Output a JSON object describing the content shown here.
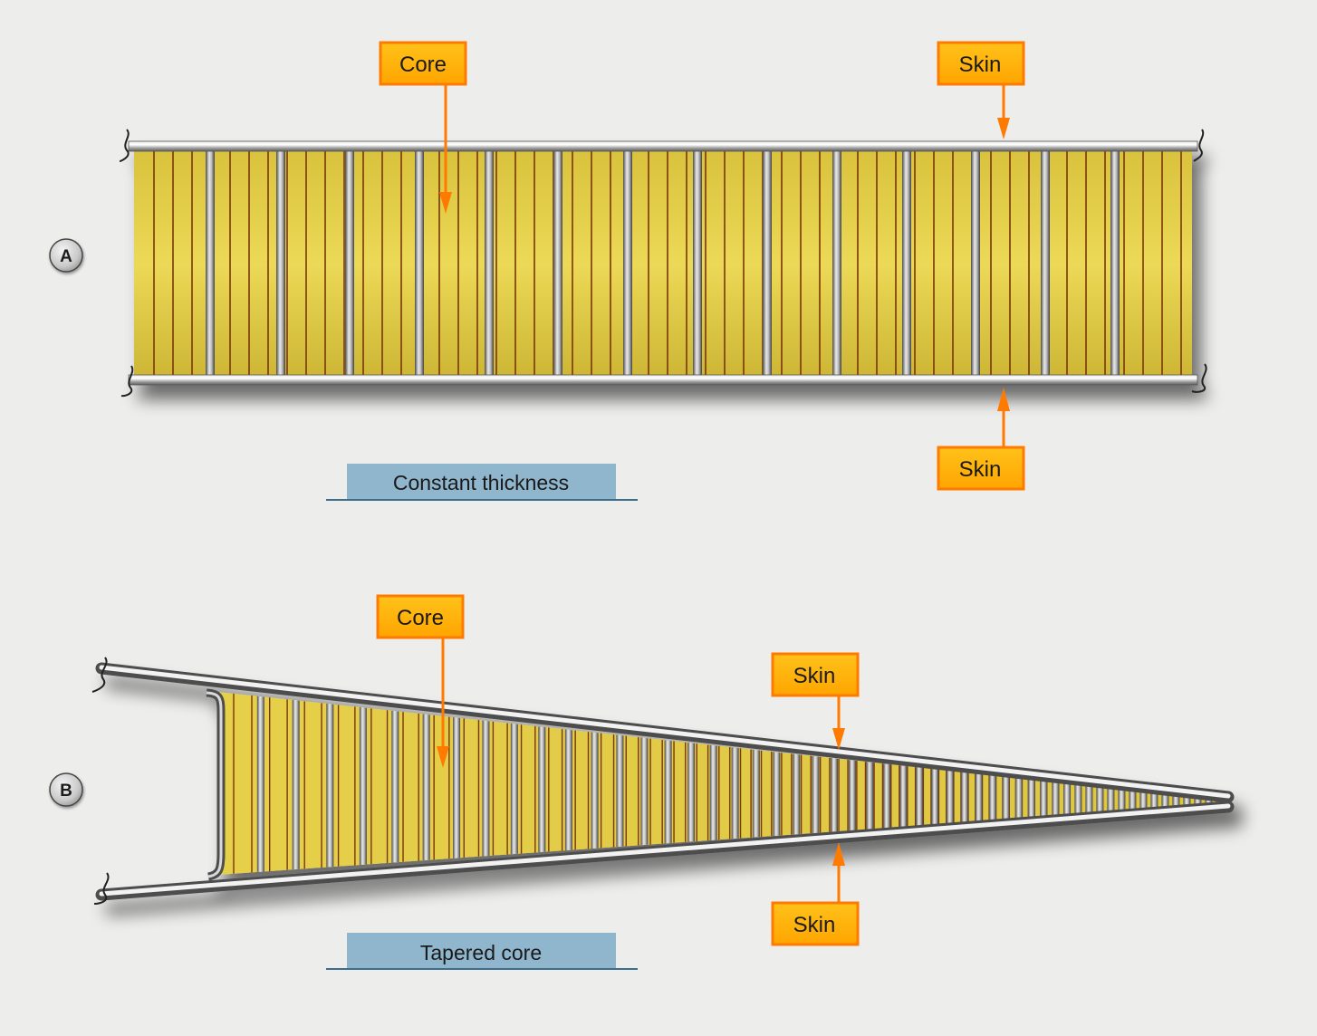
{
  "panel_a": {
    "marker": "A",
    "caption": "Constant thickness",
    "core_label": "Core",
    "skin_top_label": "Skin",
    "skin_bottom_label": "Skin"
  },
  "panel_b": {
    "marker": "B",
    "caption": "Tapered core",
    "core_label": "Core",
    "skin_top_label": "Skin",
    "skin_bottom_label": "Skin"
  },
  "colors": {
    "background": "#ededec",
    "core_fill": "#e8d34d",
    "core_line": "#7a3510",
    "skin_metal": "#a9a9a9",
    "callout_fill": "#ffb000",
    "callout_border": "#ff7a00",
    "arrow": "#ff7a00",
    "caption_fill": "#8fb6cc",
    "caption_rule": "#3c6e8c"
  }
}
